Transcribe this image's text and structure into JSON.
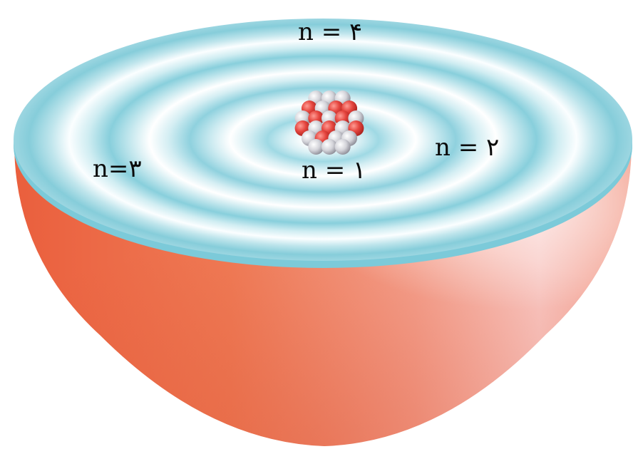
{
  "labels": {
    "n1": "n = ۱",
    "n2": "n = ۲",
    "n3": "n=۳",
    "n4": "n = ۴"
  },
  "colors": {
    "hemisphere_dark": "#ee6e4c",
    "hemisphere_light": "#f8c9c4",
    "surface_light": "#f4fbfd",
    "surface_blue": "#8ed3e0",
    "rim": "#7ccad9",
    "proton": "#e5463f",
    "neutron": "#c9c9cf"
  },
  "icons": {
    "nucleus": "nucleus-cluster"
  }
}
